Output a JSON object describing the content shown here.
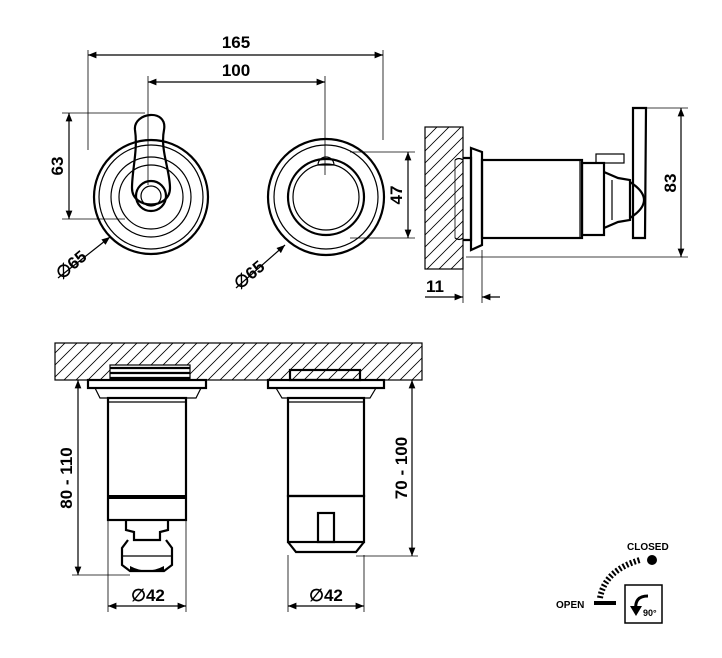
{
  "dimensions": {
    "overall_width": "165",
    "center_distance": "100",
    "lever_height": "63",
    "diameter_left": "65",
    "diameter_right": "65",
    "knob_height": "47",
    "side_height": "83",
    "wall_offset": "11",
    "depth_left": "80 - 110",
    "depth_right": "70 - 100",
    "body_diameter_left": "42",
    "body_diameter_right": "42",
    "diameter_symbol": "∅"
  },
  "operation": {
    "closed_label": "CLOSED",
    "open_label": "OPEN",
    "rotation_label": "90°"
  }
}
